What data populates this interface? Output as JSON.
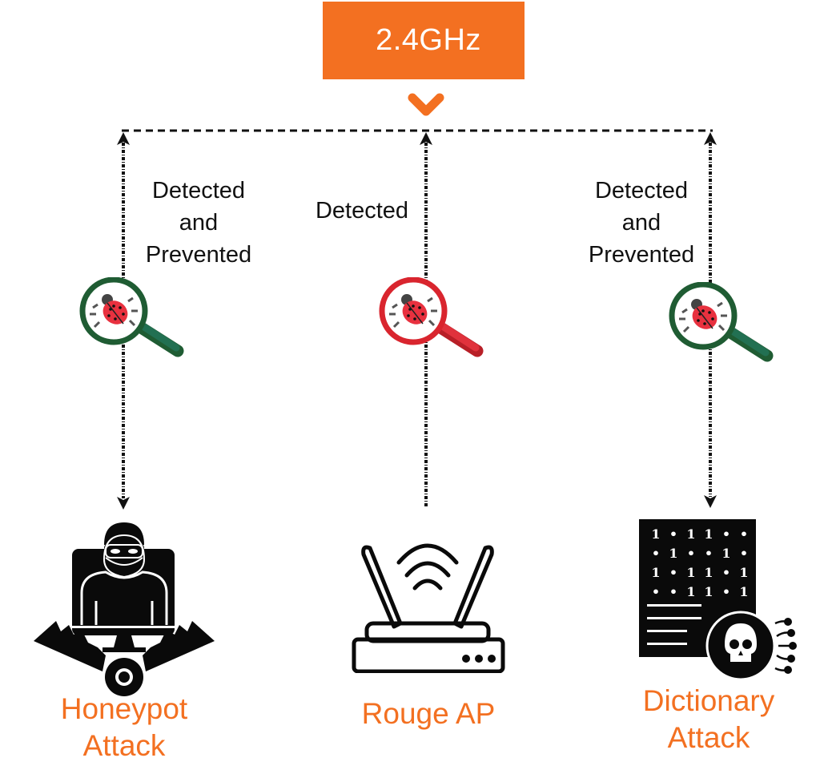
{
  "header": {
    "band_label": "2.4GHz",
    "band_color": "#F37021"
  },
  "branches": [
    {
      "status": [
        "Detected",
        "and",
        "Prevented"
      ],
      "detector_icon": "magnifier-bug-icon",
      "detector_color": "#1F5C33",
      "node_icon": "honeypot-trap-icon",
      "node_label": [
        "Honeypot",
        "Attack"
      ]
    },
    {
      "status": [
        "Detected"
      ],
      "detector_icon": "magnifier-bug-icon",
      "detector_color": "#D9252E",
      "node_icon": "wifi-router-icon",
      "node_label": [
        "Rouge AP"
      ]
    },
    {
      "status": [
        "Detected",
        "and",
        "Prevented"
      ],
      "detector_icon": "magnifier-bug-icon",
      "detector_color": "#1F5C33",
      "node_icon": "dictionary-attack-icon",
      "node_label": [
        "Dictionary",
        "Attack"
      ]
    }
  ],
  "dictionary_grid": [
    [
      "1",
      "•",
      "1",
      "1",
      "•",
      "•"
    ],
    [
      "•",
      "1",
      "•",
      "•",
      "1",
      "•"
    ],
    [
      "1",
      "•",
      "1",
      "1",
      "•",
      "1"
    ],
    [
      "•",
      "•",
      "1",
      "1",
      "•",
      "1"
    ]
  ],
  "colors": {
    "accent": "#F37021",
    "prevented": "#1F5C33",
    "detected_only": "#D9252E",
    "ladybug": "#E8313F"
  }
}
